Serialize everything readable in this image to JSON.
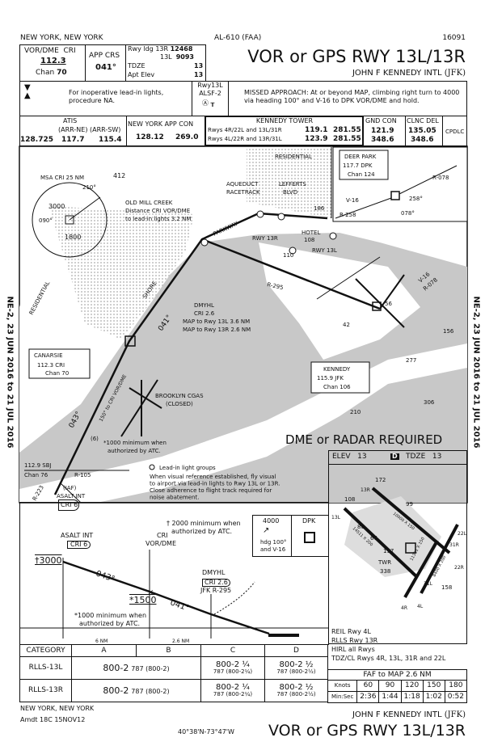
{
  "header": {
    "location": "NEW YORK, NEW YORK",
    "chart_id": "AL-610 (FAA)",
    "cycle": "16091",
    "title": "VOR or GPS RWY 13L/13R",
    "airport": "JOHN F KENNEDY INTL",
    "airport_id": "(JFK)"
  },
  "navaid": {
    "type": "VOR/DME",
    "ident": "CRI",
    "freq": "112.3",
    "chan_label": "Chan",
    "chan": "70"
  },
  "app_crs": {
    "label": "APP CRS",
    "value": "041°"
  },
  "rwy_info": {
    "ldg_label": "Rwy ldg",
    "r13r": "13R",
    "r13r_len": "12468",
    "r13l": "13L",
    "r13l_len": "9093",
    "tdze_label": "TDZE",
    "tdze": "13",
    "elev_label": "Apt Elev",
    "elev": "13"
  },
  "notes": {
    "lights": "For inoperative lead-in lights, procedure NA.",
    "alsf_rwy": "Rwy13L",
    "alsf": "ALSF-2",
    "missed": "MISSED APPROACH: At or beyond MAP, climbing right turn to 4000 via heading 100° and V-16 to DPK VOR/DME and hold."
  },
  "comms": {
    "atis_label": "ATIS",
    "atis_sub": "(ARR-NE) (ARR-SW)",
    "atis": [
      "128.725",
      "117.7",
      "115.4"
    ],
    "app_label": "NEW YORK APP CON",
    "app": [
      "128.12",
      "269.0"
    ],
    "twr_label": "KENNEDY TOWER",
    "twr1": "Rwys 4R/22L and 13L/31R",
    "twr1_f": [
      "119.1",
      "281.55"
    ],
    "twr2": "Rwys 4L/22R and 13R/31L",
    "twr2_f": [
      "123.9",
      "281.55"
    ],
    "gnd_label": "GND CON",
    "gnd": [
      "121.9",
      "348.6"
    ],
    "clnc_label": "CLNC DEL",
    "clnc": [
      "135.05",
      "348.6"
    ],
    "cpdlc": "CPDLC"
  },
  "plan": {
    "msa": "MSA CRI 25 NM",
    "msa_alt": [
      "3000",
      "1800"
    ],
    "msa_bearings": [
      "210°",
      "090°"
    ],
    "residential": "RESIDENTIAL",
    "aqueduct": "AQUEDUCT",
    "racetrack": "RACETRACK",
    "lefferts": "LEFFERTS",
    "blvd": "BLVD",
    "old_mill": "OLD MILL CREEK",
    "old_mill_2": "Distance CRI VOR/DME",
    "old_mill_3": "to lead-in lights 3.2 NM",
    "parkway": "PARKWAY",
    "shore": "SHORE",
    "hotel": "HOTEL",
    "hotel_alt": "108",
    "rwy13r": "RWY 13R",
    "rwy13l": "RWY 13L",
    "obst": [
      "412",
      "186",
      "110",
      "56",
      "42",
      "156",
      "277",
      "306",
      "210"
    ],
    "r295": "R-295",
    "dmyhl": "DMYHL",
    "dmyhl_cri": "CRI",
    "dmyhl_d": "2.6",
    "dmyhl_map1": "MAP to Rwy 13L 3.6 NM",
    "dmyhl_map2": "MAP to Rwy 13R 2.6 NM",
    "crs041": "041°",
    "crs043": "043°",
    "r150": "150° to CRI VOR/DME",
    "six": "(6)",
    "canarsie": "CANARSIE",
    "canarsie_freq": "112.3 CRI",
    "canarsie_chan": "Chan 70",
    "brooklyn": "BROOKLYN CGAS",
    "closed": "(CLOSED)",
    "min1000": "*1000 minimum when",
    "min1000b": "authorized by ATC.",
    "sbj": "112.9 SBJ",
    "sbj_chan": "Chan 76",
    "r105": "R-105",
    "r223": "R-223",
    "iaf": "(IAF)",
    "asalt": "ASALT INT",
    "asalt_cri": "CRI",
    "asalt_d": "6",
    "leadin": "Lead-in light groups",
    "visual": [
      "When visual reference established, fly visual",
      "to airport via lead-in lights to Rwy 13L or 13R.",
      "Close adherence to flight track required for",
      "noise abatement."
    ],
    "kennedy": "KENNEDY",
    "kennedy_freq": "115.9 JFK",
    "kennedy_chan": "Chan 106",
    "deer_park": "DEER PARK",
    "dpk_freq": "117.7 DPK",
    "dpk_chan": "Chan 124",
    "v16": "V-16",
    "r258": "R-258",
    "r078": "R-078",
    "b258": "258°",
    "b078": "078°",
    "dme_radar": "DME or RADAR REQUIRED"
  },
  "profile": {
    "asalt": "ASALT INT",
    "asalt_cri": "CRI",
    "asalt_d": "6",
    "alt3000": "†3000",
    "min2000": "† 2000 minimum when",
    "min2000b": "authorized by ATC.",
    "cri": "CRI",
    "vor": "VOR/DME",
    "crs043": "043°",
    "crs041": "041°",
    "alt1500": "*1500",
    "min1000": "*1000 minimum when",
    "min1000b": "authorized by ATC.",
    "dmyhl": "DMYHL",
    "dmyhl_cri": "CRI",
    "dmyhl_d": "2.6",
    "jfk_r": "JFK R-295",
    "d6": "6 NM",
    "d26": "2.6 NM",
    "ma_alt": "4000",
    "ma_hdg": "hdg 100°",
    "ma_via": "and V-16",
    "dpk": "DPK"
  },
  "airport_diagram": {
    "elev_label": "ELEV",
    "elev": "13",
    "d": "D",
    "tdze_label": "TDZE",
    "tdze": "13",
    "labels": [
      "172",
      "108",
      "99",
      "80",
      "66",
      "197",
      "TWR",
      "338",
      "158",
      "13L",
      "13R",
      "4L",
      "4R",
      "31L",
      "31R",
      "22R",
      "22L",
      "10000 X 150",
      "14511 X 200",
      "8400 X 200",
      "11351 X 150"
    ],
    "lighting": [
      "REIL Rwy 4L",
      "RLLS Rwy 13R",
      "HIRL all Rwys",
      "TDZ/CL Rwys 4R, 13L, 31R and 22L"
    ]
  },
  "minimums": {
    "headers": [
      "CATEGORY",
      "A",
      "B",
      "C",
      "D"
    ],
    "rows": [
      {
        "name": "RLLS-13L",
        "ab": "800-2",
        "ab_sub": "787 (800-2)",
        "c": "800-2 ¼",
        "c_sub": "787 (800-2¼)",
        "d": "800-2 ½",
        "d_sub": "787 (800-2½)"
      },
      {
        "name": "RLLS-13R",
        "ab": "800-2",
        "ab_sub": "787 (800-2)",
        "c": "800-2 ¼",
        "c_sub": "787 (800-2¼)",
        "d": "800-2 ½",
        "d_sub": "787 (800-2½)"
      }
    ]
  },
  "faf": {
    "title": "FAF to MAP 2.6 NM",
    "knots_label": "Knots",
    "knots": [
      "60",
      "90",
      "120",
      "150",
      "180"
    ],
    "time_label": "Min:Sec",
    "times": [
      "2:36",
      "1:44",
      "1:18",
      "1:02",
      "0:52"
    ]
  },
  "footer": {
    "location": "NEW YORK, NEW YORK",
    "amdt": "Amdt 18C  15NOV12",
    "coords": "40°38'N-73°47'W",
    "airport": "JOHN F KENNEDY INTL",
    "airport_id": "(JFK)",
    "title": "VOR or GPS RWY 13L/13R"
  },
  "side_text": "NE-2, 23 JUN 2016 to 21 JUL 2016"
}
